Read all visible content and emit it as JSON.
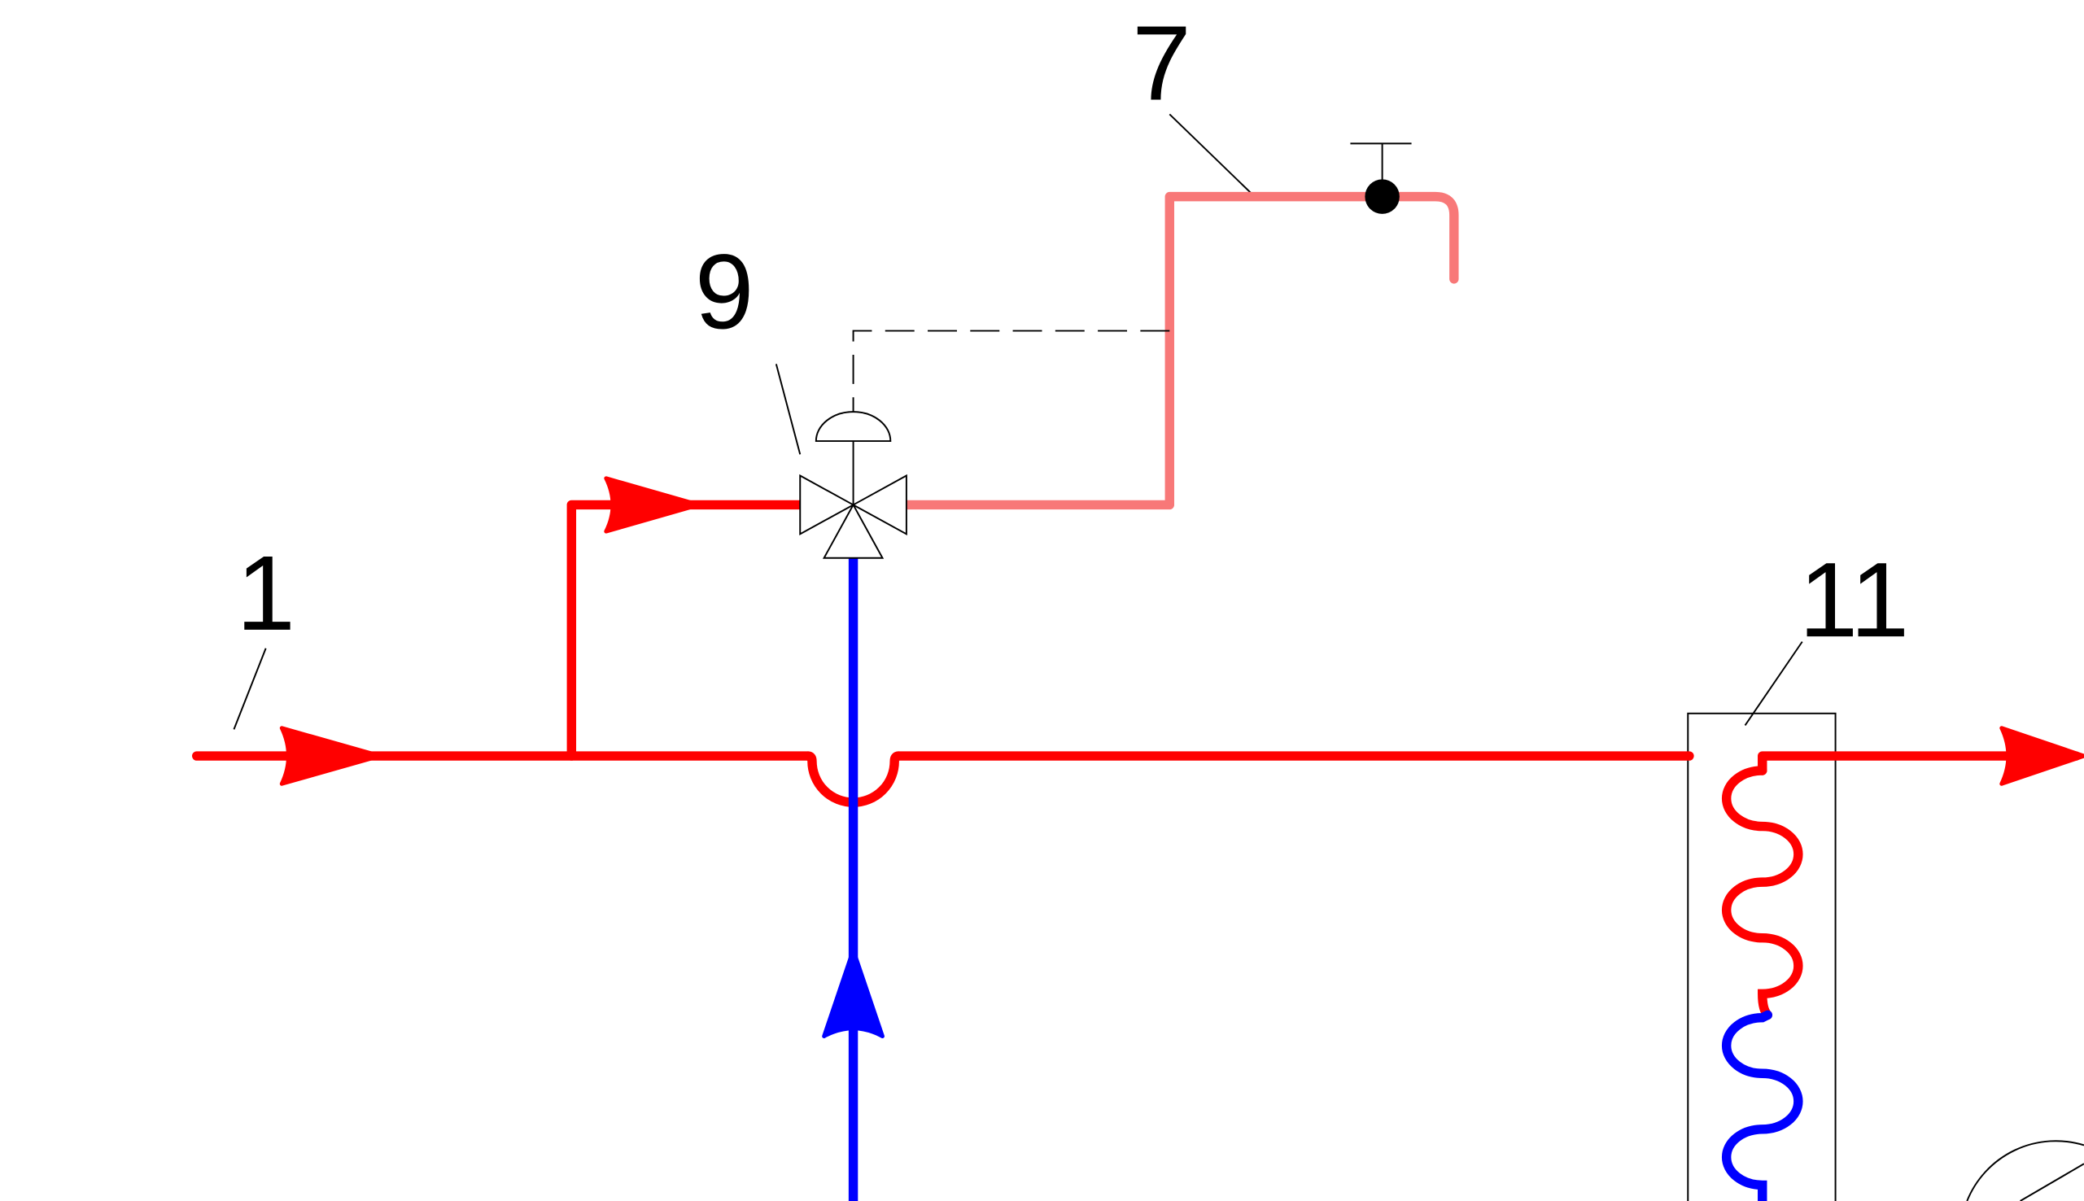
{
  "labels": {
    "pipe_1": "1",
    "pipe_7": "7",
    "valve_9": "9",
    "coil_11": "11"
  },
  "colors": {
    "supply": "#ff0000",
    "return": "#0000ff",
    "mixed": "#f87878",
    "thin": "#000000",
    "background": "#ffffff"
  },
  "components": {
    "three_way_valve": "three-way-valve-icon",
    "actuator": "valve-actuator-icon",
    "temperature_sensor": "temperature-sensor-icon",
    "heat_exchanger": "heat-exchanger-coil-icon",
    "pipe_crossover": "pipe-crossover-icon",
    "flow_arrow": "flow-arrow-icon"
  }
}
